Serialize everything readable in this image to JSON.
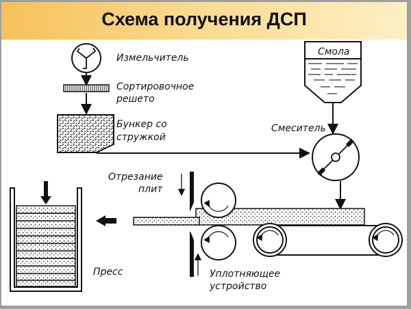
{
  "title": "Схема получения ДСП",
  "labels": {
    "grinder": "Измельчитель",
    "sieve_line1": "Сортировочное",
    "sieve_line2": "решето",
    "bunker_line1": "Бункер со",
    "bunker_line2": "стружкой",
    "resin": "Смола",
    "mixer": "Смеситель",
    "cutting_line1": "Отрезание",
    "cutting_line2": "плит",
    "press": "Пресс",
    "compactor_line1": "Уплотняющее",
    "compactor_line2": "устройство"
  },
  "colors": {
    "title_gradient_start": "#f7c15a",
    "title_gradient_end": "#fdf0c6",
    "ink": "#111111"
  }
}
